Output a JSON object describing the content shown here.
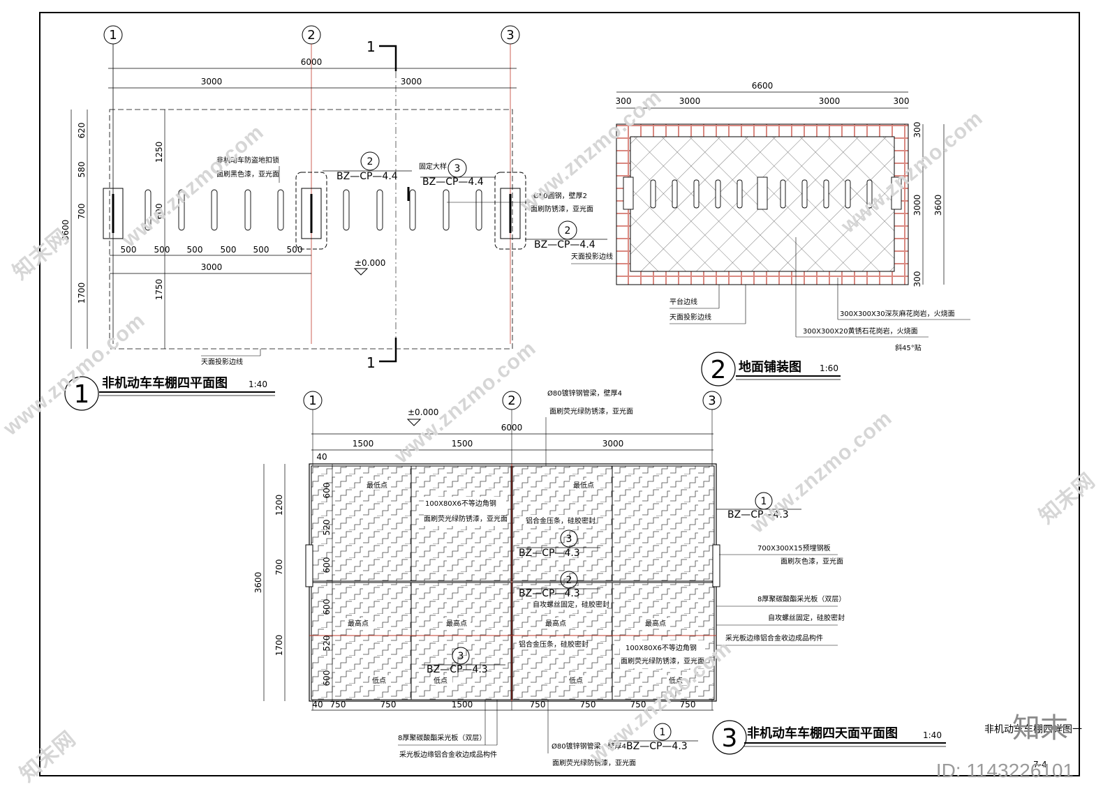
{
  "plan1": {
    "axes": [
      "1",
      "2",
      "3"
    ],
    "dim_total": "6000",
    "dim_halves": [
      "3000",
      "3000"
    ],
    "section_mark": "1",
    "left_dims": [
      "620",
      "580",
      "700",
      "1700"
    ],
    "left_total": "3600",
    "inner_dims": [
      "1250",
      "600",
      "1750"
    ],
    "bottom_dims": [
      "500",
      "500",
      "500",
      "500",
      "500",
      "500"
    ],
    "bottom_total": "3000",
    "elevation": "±0.000",
    "note_lock": [
      "非机动车防盗地扣锁",
      "面刷黑色漆，亚光面"
    ],
    "note_fixed": "固定大样",
    "note_pipe": [
      "Ø50圆钢，壁厚2",
      "面刷防锈漆，亚光面"
    ],
    "note_proj": "天面投影边线",
    "note_proj2": "天面投影边线",
    "ref_a": {
      "num": "2",
      "code": "BZ—CP—4.4"
    },
    "ref_b": {
      "num": "3",
      "code": "BZ—CP—4.4"
    },
    "ref_c": {
      "num": "2",
      "code": "BZ—CP—4.4"
    },
    "title_num": "1",
    "title": "非机动车车棚四平面图",
    "scale": "1:40"
  },
  "plan2": {
    "dim_total": "6600",
    "dims": [
      "300",
      "3000",
      "3000",
      "300"
    ],
    "right_dims": [
      "300",
      "3000",
      "300"
    ],
    "right_total": "3600",
    "note_platform": [
      "平台边线",
      "天面投影边线"
    ],
    "note_grey": "300X300X30深灰麻花岗岩，火烧面",
    "note_yellow": [
      "300X300X20黄锈石花岗岩，火烧面",
      "斜45°贴"
    ],
    "title_num": "2",
    "title": "地面铺装图",
    "scale": "1:60"
  },
  "plan3": {
    "axes": [
      "1",
      "2",
      "3"
    ],
    "elevation": "±0.000",
    "dim_total": "6000",
    "dims": [
      "1500",
      "1500",
      "3000"
    ],
    "bottom_dims": [
      "750",
      "750",
      "1500",
      "750",
      "750",
      "750",
      "750"
    ],
    "bottom_small": "40",
    "top_small": "40",
    "left_total": "3600",
    "left_dims": [
      "1200",
      "700",
      "1700"
    ],
    "inner_dims": [
      "600",
      "520",
      "600",
      "600",
      "520",
      "600"
    ],
    "labels_low": [
      "最低点",
      "最低点"
    ],
    "labels_high": [
      "最高点",
      "最高点",
      "最高点",
      "最高点"
    ],
    "labels_mid": [
      "低点",
      "低点",
      "低点",
      "低点"
    ],
    "note_top_pipe": [
      "Ø80镀锌钢管梁，壁厚4",
      "面刷荧光绿防锈漆，亚光面"
    ],
    "note_angle": [
      "100X80X6不等边角钢",
      "面刷荧光绿防锈漆，亚光面"
    ],
    "note_alu1": "铝合金压条，硅胶密封",
    "note_screw1": "自攻螺丝固定，硅胶密封",
    "note_alu2": "铝合金压条，硅胶密封",
    "note_angle2": [
      "100X80X6不等边角钢",
      "面刷荧光绿防锈漆，亚光面"
    ],
    "note_plate": [
      "700X300X15预埋钢板",
      "面刷灰色漆，亚光面"
    ],
    "note_pc": [
      "8厚聚碳酸酯采光板（双层）",
      "自攻螺丝固定，硅胶密封",
      "采光板边缘铝合金收边成品构件"
    ],
    "note_pc_bottom": [
      "8厚聚碳酸酯采光板（双层）",
      "采光板边缘铝合金收边成品构件"
    ],
    "note_bottom_pipe": [
      "Ø80镀锌钢管梁，壁厚4",
      "面刷荧光绿防锈漆，亚光面"
    ],
    "ref_r1": {
      "num": "1",
      "code": "BZ—CP—4.3"
    },
    "ref_r2": {
      "num": "3",
      "code": "BZ—CP—4.3"
    },
    "ref_r3": {
      "num": "2",
      "code": "BZ—CP—4.3"
    },
    "ref_r4": {
      "num": "3",
      "code": "BZ—CP—4.3"
    },
    "ref_r5": {
      "num": "1",
      "code": "BZ—CP—4.3"
    },
    "title_num": "3",
    "title": "非机动车车棚四天面平面图",
    "scale": "1:40"
  },
  "titleblock": {
    "label": "非机动车车棚四详图一",
    "sheet": "7-4"
  },
  "watermark": {
    "site": "www.znzmo.com",
    "brand_cn": "知末网",
    "logo": "知末",
    "id": "ID: 1143226101"
  },
  "colors": {
    "line": "#000000",
    "red": "#c0392b",
    "grey": "#9a9a9a"
  }
}
